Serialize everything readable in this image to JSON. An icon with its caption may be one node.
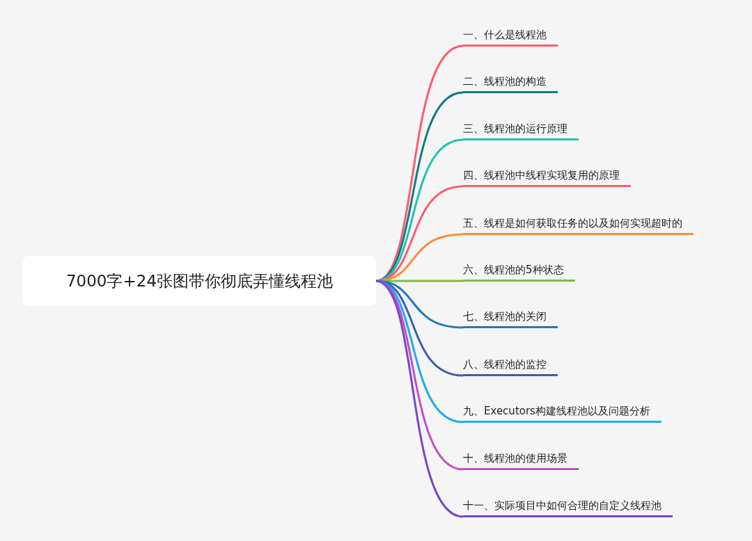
{
  "diagram": {
    "nodes": [
      {
        "text": [
          "7000字+24张图带你彻底弄懂线程池"
        ]
      },
      {
        "text": [
          "一、什么是线程池"
        ]
      },
      {
        "text": [
          "二、线程池的构造"
        ]
      },
      {
        "text": [
          "三、线程池的运行原理"
        ]
      },
      {
        "text": [
          "四、线程池中线程实现复用的原理"
        ]
      },
      {
        "text": [
          "五、线程是如何获取任务的以及如何实现超时的"
        ]
      },
      {
        "text": [
          "六、线程池的5种状态"
        ]
      },
      {
        "text": [
          "七、线程池的关闭"
        ]
      },
      {
        "text": [
          "八、线程池的监控"
        ]
      },
      {
        "text": [
          "九、Executors构建线程池以及问题分析"
        ]
      },
      {
        "text": [
          "十、线程池的使用场景"
        ]
      },
      {
        "text": [
          "十一、实际项目中如何合理的自定义线程池"
        ]
      }
    ],
    "edges": [
      {
        "from": 0,
        "to": 1,
        "arrow": "none",
        "color": "#ff5b6b"
      },
      {
        "from": 0,
        "to": 2,
        "arrow": "none",
        "color": "#0f7a80"
      },
      {
        "from": 0,
        "to": 3,
        "arrow": "none",
        "color": "#22c3b5"
      },
      {
        "from": 0,
        "to": 4,
        "arrow": "none",
        "color": "#ff5b6b"
      },
      {
        "from": 0,
        "to": 5,
        "arrow": "none",
        "color": "#ff8c3a"
      },
      {
        "from": 0,
        "to": 6,
        "arrow": "none",
        "color": "#7fba4a"
      },
      {
        "from": 0,
        "to": 7,
        "arrow": "none",
        "color": "#1f7bbd"
      },
      {
        "from": 0,
        "to": 8,
        "arrow": "none",
        "color": "#3e5bb5"
      },
      {
        "from": 0,
        "to": 9,
        "arrow": "none",
        "color": "#1eaaf0"
      },
      {
        "from": 0,
        "to": 10,
        "arrow": "none",
        "color": "#c04fc8"
      },
      {
        "from": 0,
        "to": 11,
        "arrow": "none",
        "color": "#7a45c8"
      }
    ]
  }
}
